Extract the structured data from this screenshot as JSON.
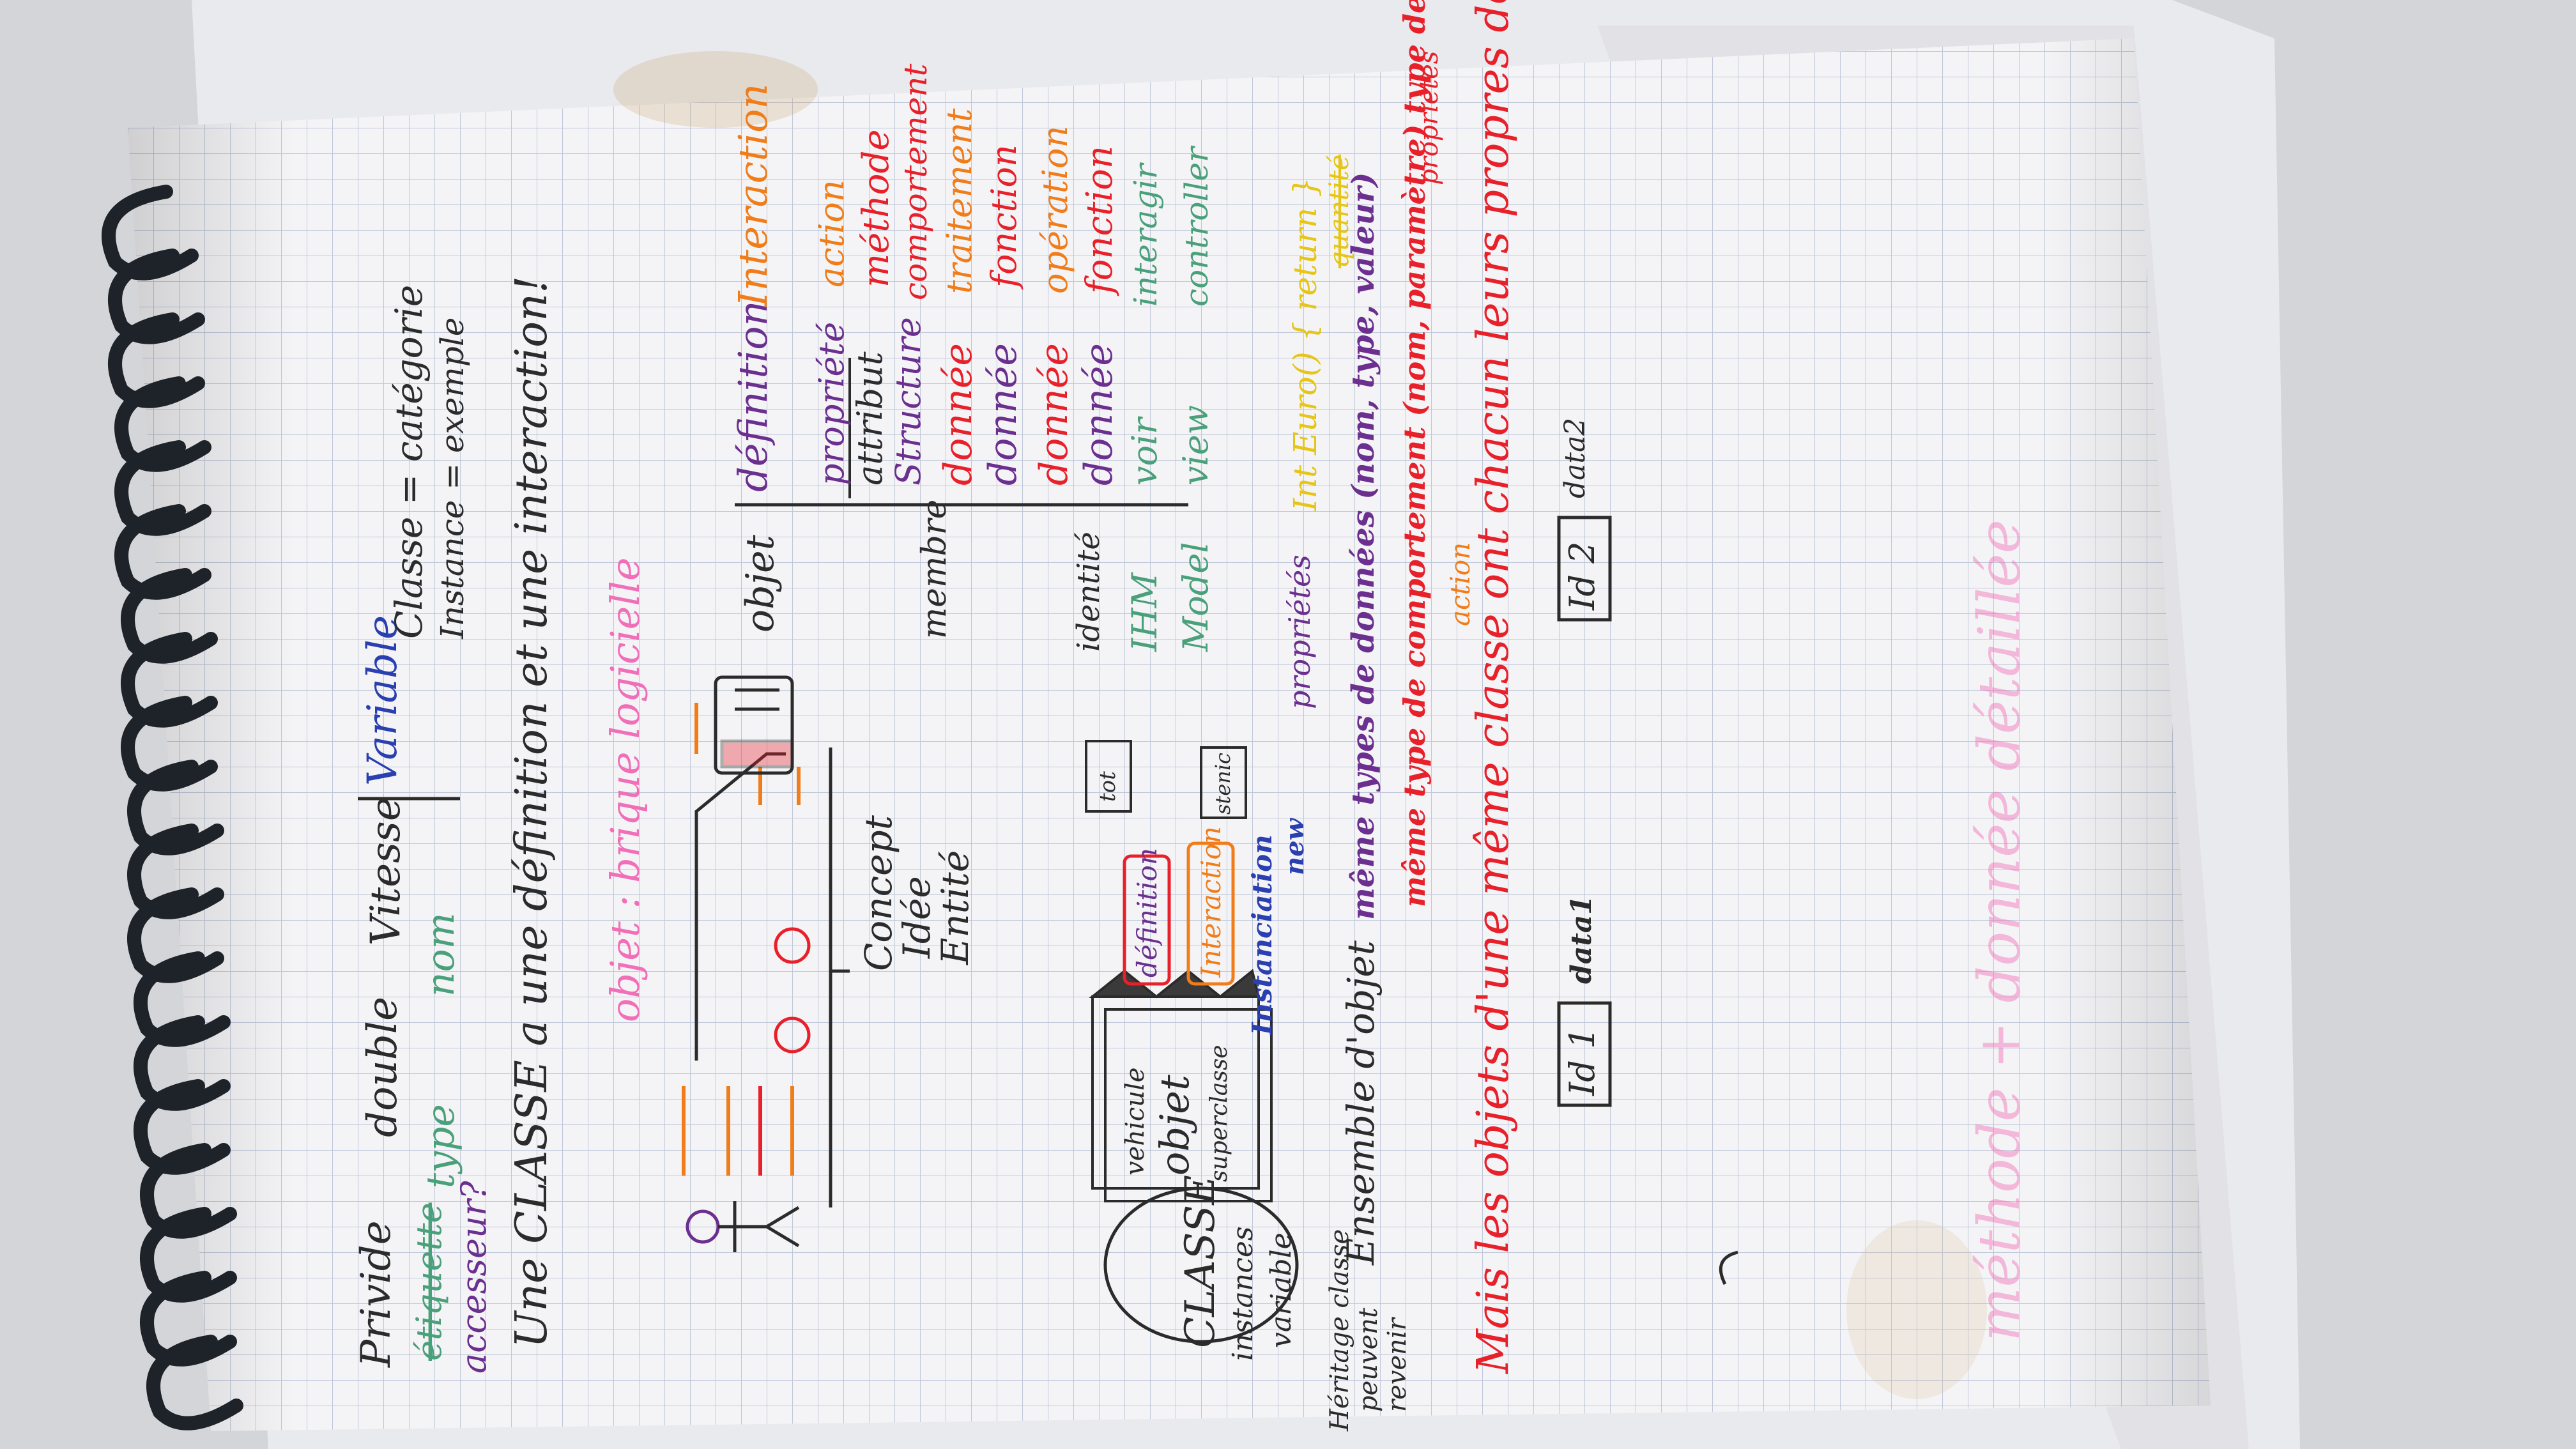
{
  "photo": {
    "subject": "notebook-page-rotated",
    "colors": {
      "background": "#d4d5d8",
      "paper": "#f4f4f6",
      "grid": "#b9c2d6",
      "ring": "#1e2229",
      "black": "#2b2b2b",
      "purple": "#6b2f8f",
      "orange": "#f07d1a",
      "red": "#e8202a",
      "pink": "#f06fb8",
      "yellow": "#e6c516",
      "green": "#4aa07a",
      "blue": "#2a3fb0"
    }
  },
  "notes": {
    "line1": {
      "private": "Privide",
      "double": "double",
      "vitesse": "Vitesse",
      "variable": "Variable",
      "etiquette": "étiquette",
      "type": "type",
      "nom": "nom",
      "accesseur": "accesseur?"
    },
    "classe_def": "Une CLASSE a une définition et une interaction!",
    "classe_eq": "Classe = catégorie",
    "instance_eq": "Instance = exemple",
    "objet_brique": "objet : brique logicielle",
    "table_header": {
      "objet": "objet",
      "definition": "définition",
      "interaction": "Interaction"
    },
    "membre": "membre",
    "identite": "identité",
    "definition_col": [
      "propriété",
      "attribut",
      "Structure",
      "donnée",
      "donnée",
      "donnée",
      "donnée"
    ],
    "interaction_col": [
      "action",
      "méthode",
      "comportement",
      "traitement",
      "fonction",
      "opération",
      "fonction"
    ],
    "mvc": {
      "ihm": "IHM",
      "model": "Model",
      "voir": "voir",
      "view": "view",
      "interagir": "interagir",
      "controller": "controller"
    },
    "concept": [
      "Concept",
      "Idée",
      "Entité"
    ],
    "boxes": {
      "definition": "définition",
      "interaction": "Interaction",
      "tot": "tot",
      "stenic": "stenic",
      "instanciation": "Instanciation",
      "new": "new"
    },
    "objet_box": {
      "vehicule": "vehicule",
      "objet": "objet",
      "superclasse": "superclasse"
    },
    "classe_bubble": {
      "classe": "CLASSE",
      "instances": "instances",
      "variable": "variable"
    },
    "ensemble": "Ensemble d'objet",
    "heritage": "Héritage classe",
    "peuvent": "peuvent",
    "revenir": "revenir",
    "proprietes": "propriétés",
    "meme_types": "même types de données (nom, type, valeur)",
    "meme_type_action": "même type de comportement (nom, paramètre) type de retour",
    "action": "action",
    "int_euro": "Int Euro() { return }",
    "quantite": "quantité",
    "proprietes2": "propriétés",
    "mais": "Mais les objets d'une même classe ont chacun leurs propres données",
    "id1": "Id 1",
    "data1": "data1",
    "id2": "Id 2",
    "data2": "data2",
    "pink_faint": "méthode + donnée détaillée"
  }
}
